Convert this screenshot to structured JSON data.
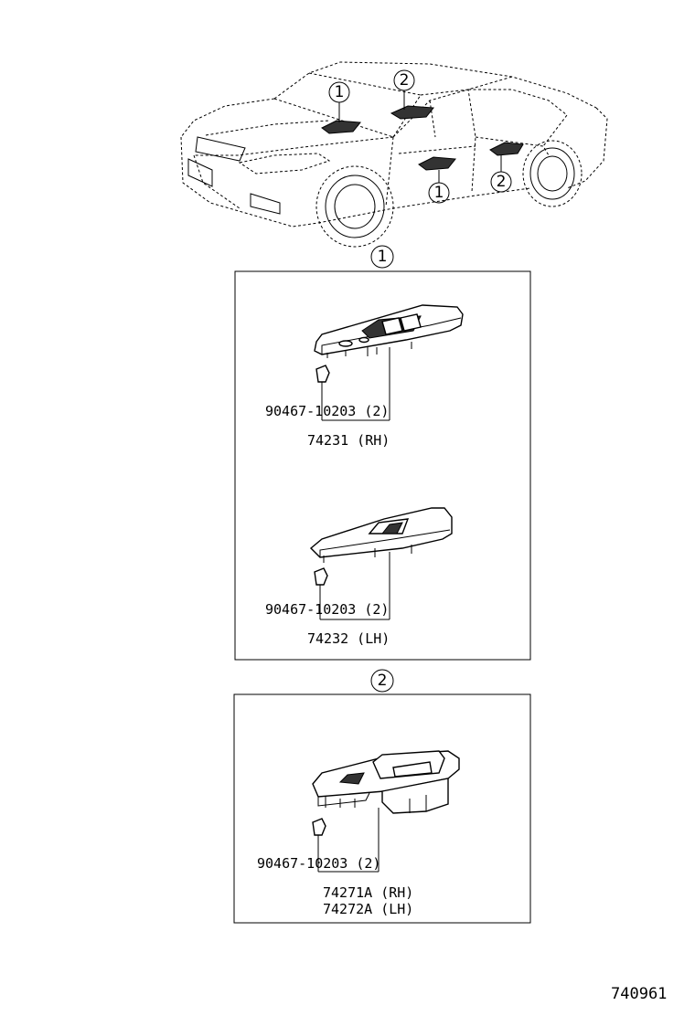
{
  "callouts": {
    "one": "1",
    "two": "2"
  },
  "section_one": {
    "rh_part": {
      "fastener": "90467-10203 (2)",
      "part_number": "74231 (RH)"
    },
    "lh_part": {
      "fastener": "90467-10203 (2)",
      "part_number": "74232 (LH)"
    }
  },
  "section_two": {
    "fastener": "90467-10203 (2)",
    "part_rh": "74271A (RH)",
    "part_lh": "74272A (LH)"
  },
  "diagram_id": "740961"
}
